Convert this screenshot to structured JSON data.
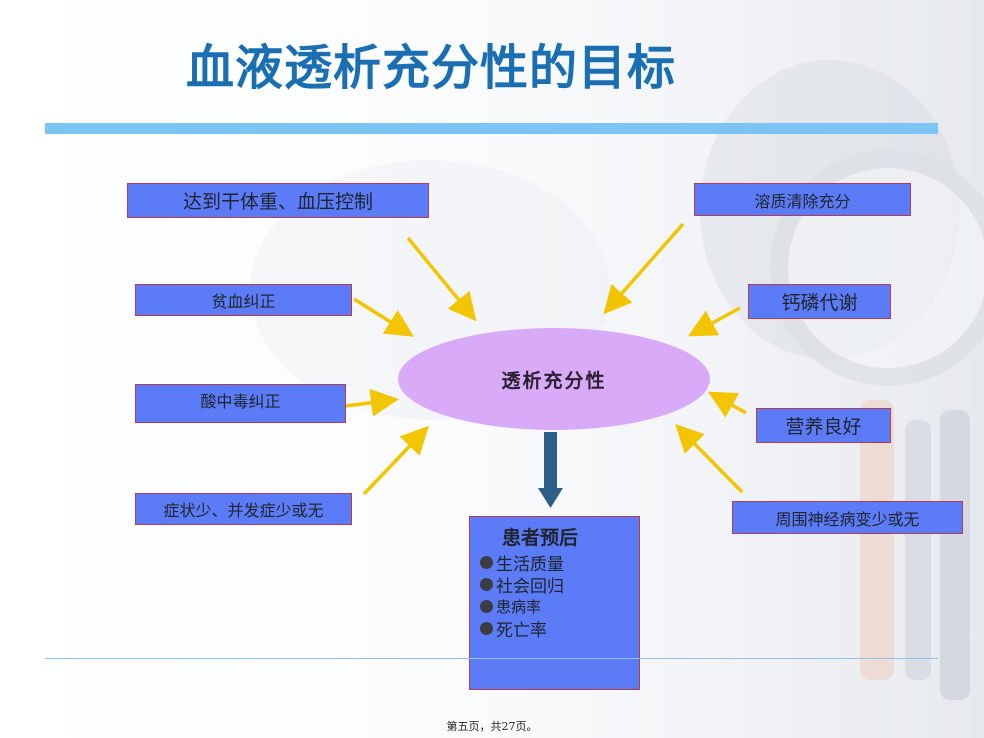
{
  "slide": {
    "title": "血液透析充分性的目标",
    "center_label": "透析充分性",
    "left_goals": [
      "达到干体重、血压控制",
      "贫血纠正",
      "酸中毒纠正",
      "症状少、并发症少或无"
    ],
    "right_goals": [
      "溶质清除充分",
      "钙磷代谢",
      "营养良好",
      "周围神经病变少或无"
    ],
    "outcome": {
      "title": "患者预后",
      "items": [
        "生活质量",
        "社会回归",
        "患病率",
        "死亡率"
      ]
    },
    "footer": "第五页，共27页。"
  },
  "colors": {
    "title": "#1a6fb3",
    "box_fill": "#5b7cf6",
    "box_border": "#b43a55",
    "ellipse_fill": "#d8aaf8",
    "arrow": "#f2c500",
    "down_arrow": "#2e5f8a",
    "rule": "#7cc4f4"
  },
  "icons": {
    "goal_arrows": "arrow-toward-center",
    "result_arrow": "arrow-down",
    "list_bullet": "filled-circle"
  }
}
